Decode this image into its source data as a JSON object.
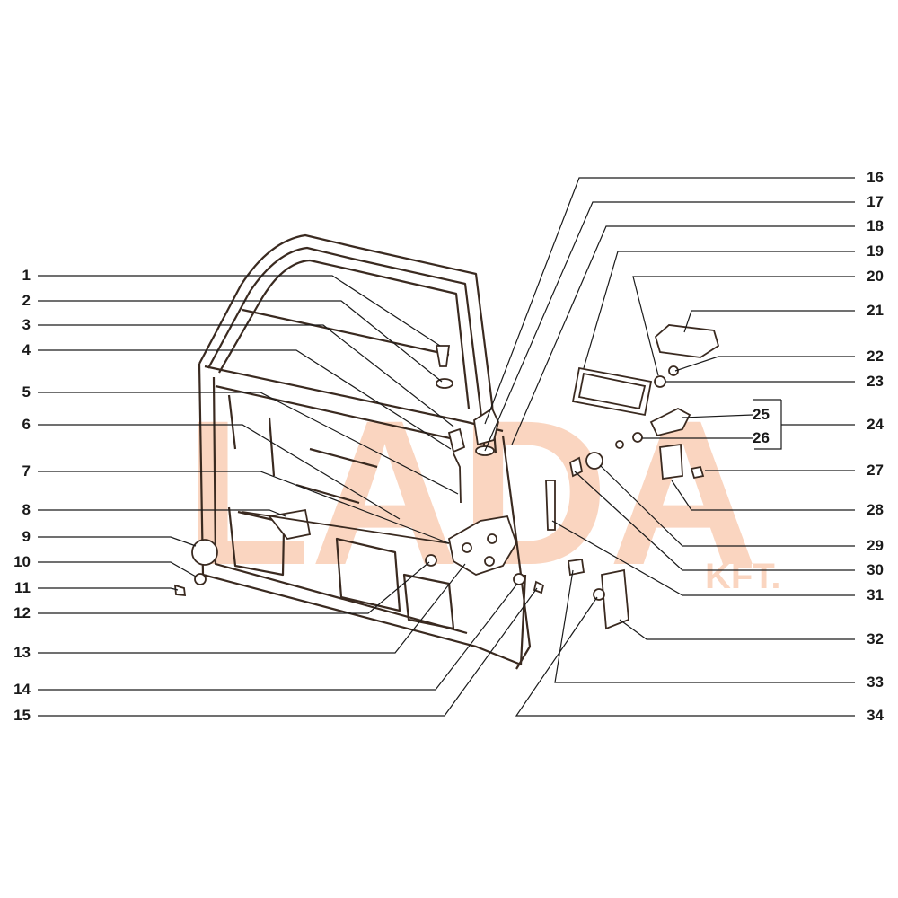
{
  "diagram": {
    "left_callouts": [
      "1",
      "2",
      "3",
      "4",
      "5",
      "6",
      "7",
      "8",
      "9",
      "10",
      "11",
      "12",
      "13",
      "14",
      "15"
    ],
    "right_callouts": [
      "16",
      "17",
      "18",
      "19",
      "20",
      "21",
      "22",
      "23",
      "24",
      "25",
      "26",
      "27",
      "28",
      "29",
      "30",
      "31",
      "32",
      "33",
      "34"
    ],
    "watermark": {
      "main": "LADA",
      "suffix": "KFT.",
      "color": "#f6b48d"
    }
  }
}
